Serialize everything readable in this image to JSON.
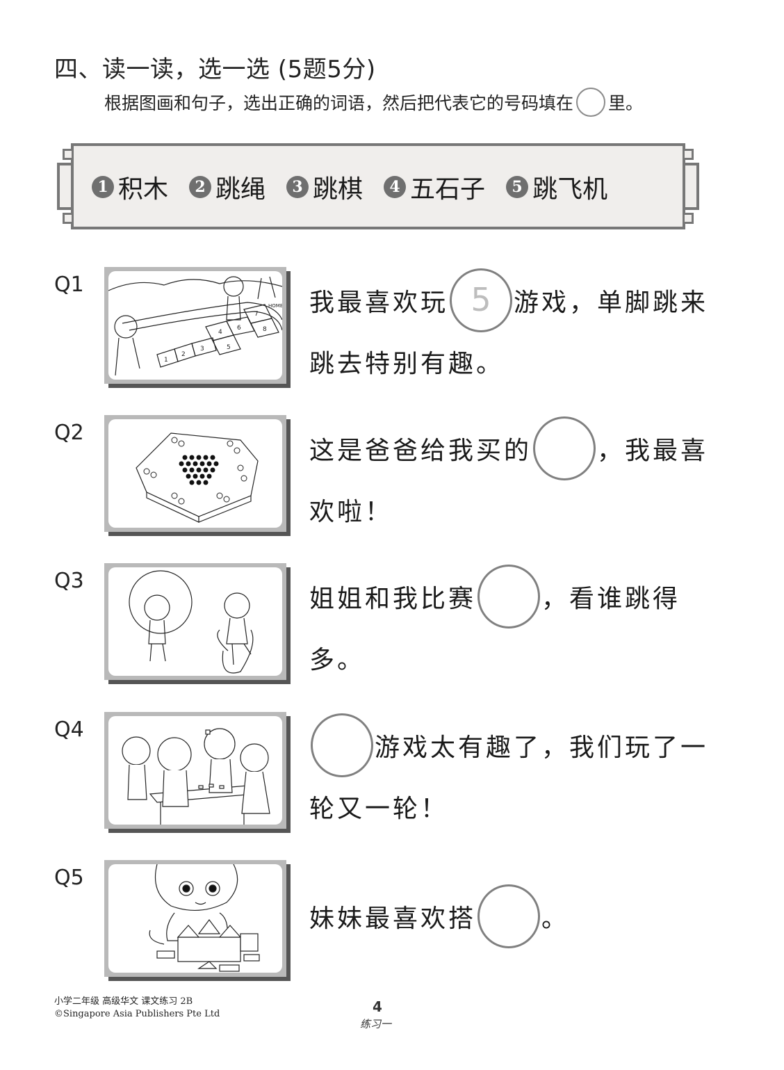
{
  "header": {
    "title": "四、读一读，选一选 (5题5分)",
    "instruction_before": "根据图画和句子，选出正确的词语，然后把代表它的号码填在",
    "instruction_after": "里。"
  },
  "word_bank": [
    {
      "number": "1",
      "word": "积木"
    },
    {
      "number": "2",
      "word": "跳绳"
    },
    {
      "number": "3",
      "word": "跳棋"
    },
    {
      "number": "4",
      "word": "五石子"
    },
    {
      "number": "5",
      "word": "跳飞机"
    }
  ],
  "questions": [
    {
      "label": "Q1",
      "picture": "children playing hopscotch",
      "before": "我最喜欢玩",
      "answer": "5",
      "after": "游戏，单脚跳来跳去特别有趣。"
    },
    {
      "label": "Q2",
      "picture": "chinese checkers board",
      "before": "这是爸爸给我买的",
      "answer": "",
      "after": "，我最喜欢啦！"
    },
    {
      "label": "Q3",
      "picture": "two children skipping rope",
      "before": "姐姐和我比赛",
      "answer": "",
      "after": "，看谁跳得多。"
    },
    {
      "label": "Q4",
      "picture": "children playing five stones at table",
      "before": "",
      "answer": "",
      "after": "游戏太有趣了，我们玩了一轮又一轮！"
    },
    {
      "label": "Q5",
      "picture": "girl building with blocks",
      "before": "妹妹最喜欢搭",
      "answer": "",
      "after": "。"
    }
  ],
  "footer": {
    "book_title": "小学二年级 高级华文 课文练习 2B",
    "copyright": "©Singapore Asia Publishers Pte Ltd",
    "page_number": "4",
    "exercise": "练习一"
  },
  "colors": {
    "frame_gray": "#777777",
    "frame_fill": "#f0eeec",
    "badge_gray": "#6f6f6f",
    "circle_border": "#808080",
    "answer_text": "#bdbdbd"
  }
}
